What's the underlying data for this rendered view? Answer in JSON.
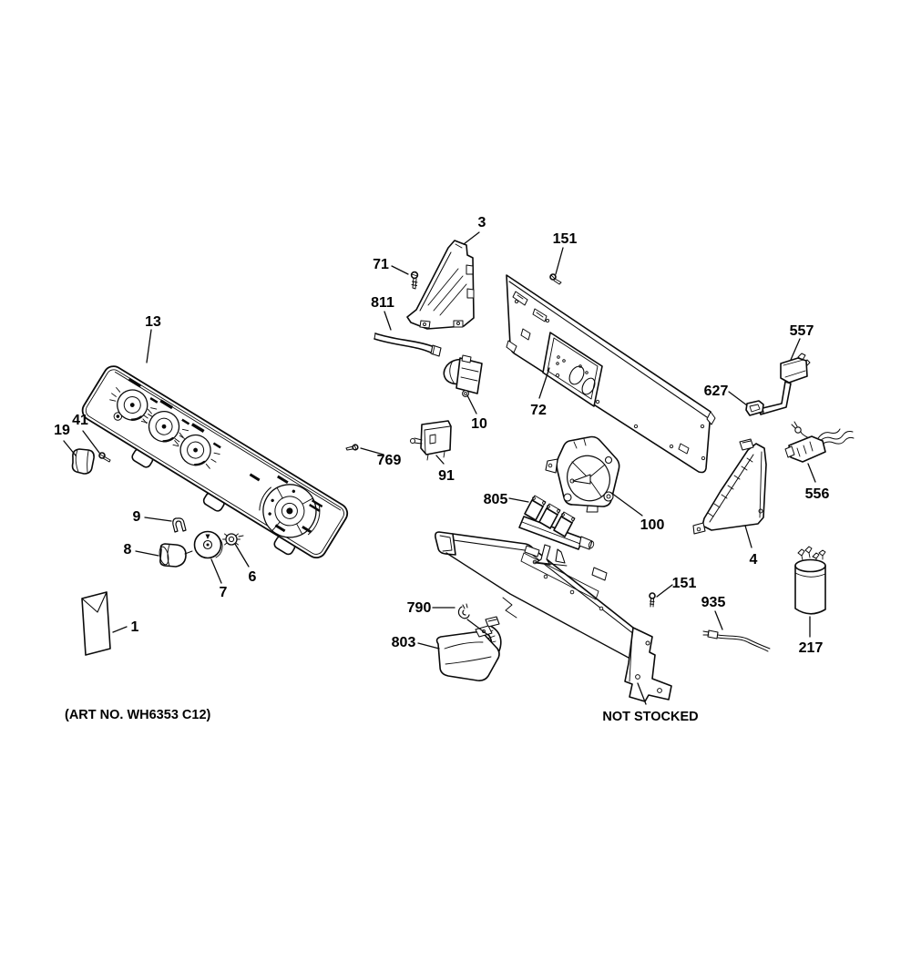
{
  "colors": {
    "line": "#0a0a0a",
    "background": "#ffffff"
  },
  "diagram": {
    "art_no": "(ART NO. WH6353 C12)",
    "not_stocked": "NOT STOCKED",
    "callouts": [
      {
        "text": "13"
      },
      {
        "text": "19"
      },
      {
        "text": "41"
      },
      {
        "text": "9"
      },
      {
        "text": "8"
      },
      {
        "text": "7"
      },
      {
        "text": "6"
      },
      {
        "text": "1"
      },
      {
        "text": "3"
      },
      {
        "text": "71"
      },
      {
        "text": "811"
      },
      {
        "text": "151"
      },
      {
        "text": "10"
      },
      {
        "text": "72"
      },
      {
        "text": "769"
      },
      {
        "text": "91"
      },
      {
        "text": "805"
      },
      {
        "text": "100"
      },
      {
        "text": "557"
      },
      {
        "text": "627"
      },
      {
        "text": "556"
      },
      {
        "text": "4"
      },
      {
        "text": "151"
      },
      {
        "text": "935"
      },
      {
        "text": "217"
      },
      {
        "text": "790"
      },
      {
        "text": "803"
      }
    ]
  }
}
